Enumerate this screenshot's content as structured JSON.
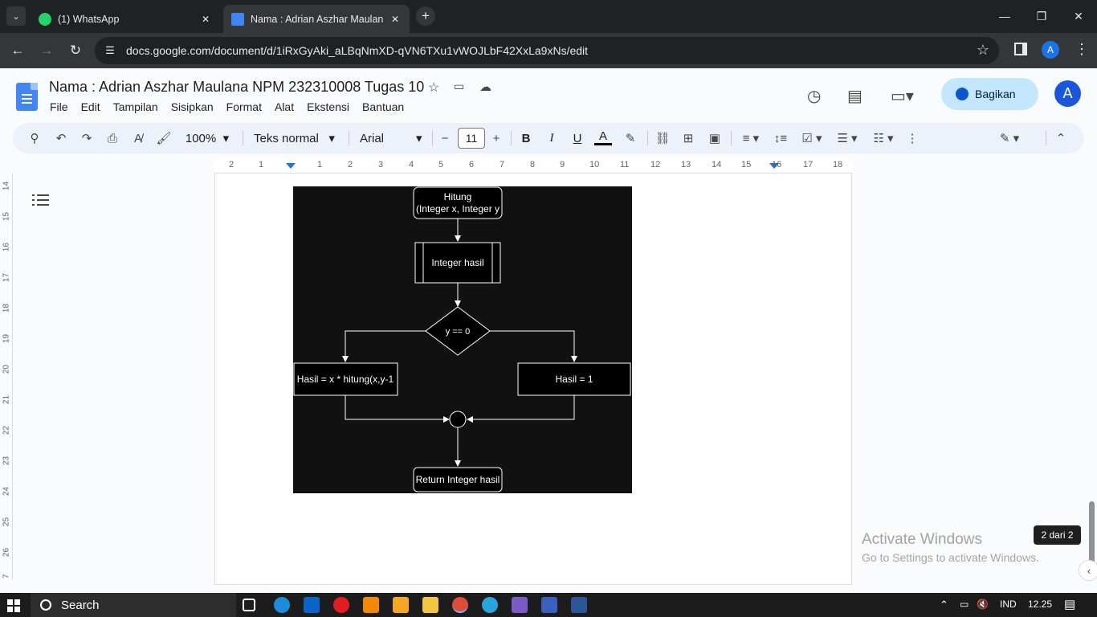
{
  "browser": {
    "tabs": [
      {
        "title": "(1) WhatsApp",
        "active": false
      },
      {
        "title": "Nama : Adrian Aszhar Maulana",
        "active": true
      }
    ],
    "new_tab": "+",
    "url": "docs.google.com/document/d/1iRxGyAki_aLBqNmXD-qVN6TXu1vWOJLbF42XxLa9xNs/edit",
    "profile_initial": "A"
  },
  "doc": {
    "title": "Nama : Adrian Aszhar Maulana NPM 232310008 Tugas 10",
    "menus": [
      "File",
      "Edit",
      "Tampilan",
      "Sisipkan",
      "Format",
      "Alat",
      "Ekstensi",
      "Bantuan"
    ],
    "share_label": "Bagikan",
    "avatar_initial": "A"
  },
  "toolbar": {
    "zoom": "100%",
    "style": "Teks normal",
    "font": "Arial",
    "font_size": "11",
    "bold": "B",
    "italic": "I",
    "underline": "U",
    "text_color_glyph": "A"
  },
  "ruler": {
    "h_ticks": [
      "2",
      "1",
      "1",
      "2",
      "3",
      "4",
      "5",
      "6",
      "7",
      "8",
      "9",
      "10",
      "11",
      "12",
      "13",
      "14",
      "15",
      "16",
      "17",
      "18"
    ],
    "v_ticks": [
      "14",
      "15",
      "16",
      "17",
      "18",
      "19",
      "20",
      "21",
      "22",
      "23",
      "24",
      "25",
      "26",
      "7"
    ]
  },
  "flowchart": {
    "start_line1": "Hitung",
    "start_line2": "(Integer x, Integer y",
    "decl": "Integer hasil",
    "condition": "y == 0",
    "left_box": "Hasil = x * hitung(x,y-1",
    "right_box": "Hasil = 1",
    "end": "Return Integer hasil"
  },
  "overlay": {
    "activate_title": "Activate Windows",
    "activate_sub": "Go to Settings to activate Windows.",
    "page_indicator": "2 dari 2"
  },
  "taskbar": {
    "search": "Search",
    "lang": "IND",
    "time": "12.25"
  },
  "colors": {
    "accent": "#1a73e8",
    "share_bg": "#c2e7ff",
    "toolbar_bg": "#edf2fa",
    "flow_bg": "#111111"
  }
}
